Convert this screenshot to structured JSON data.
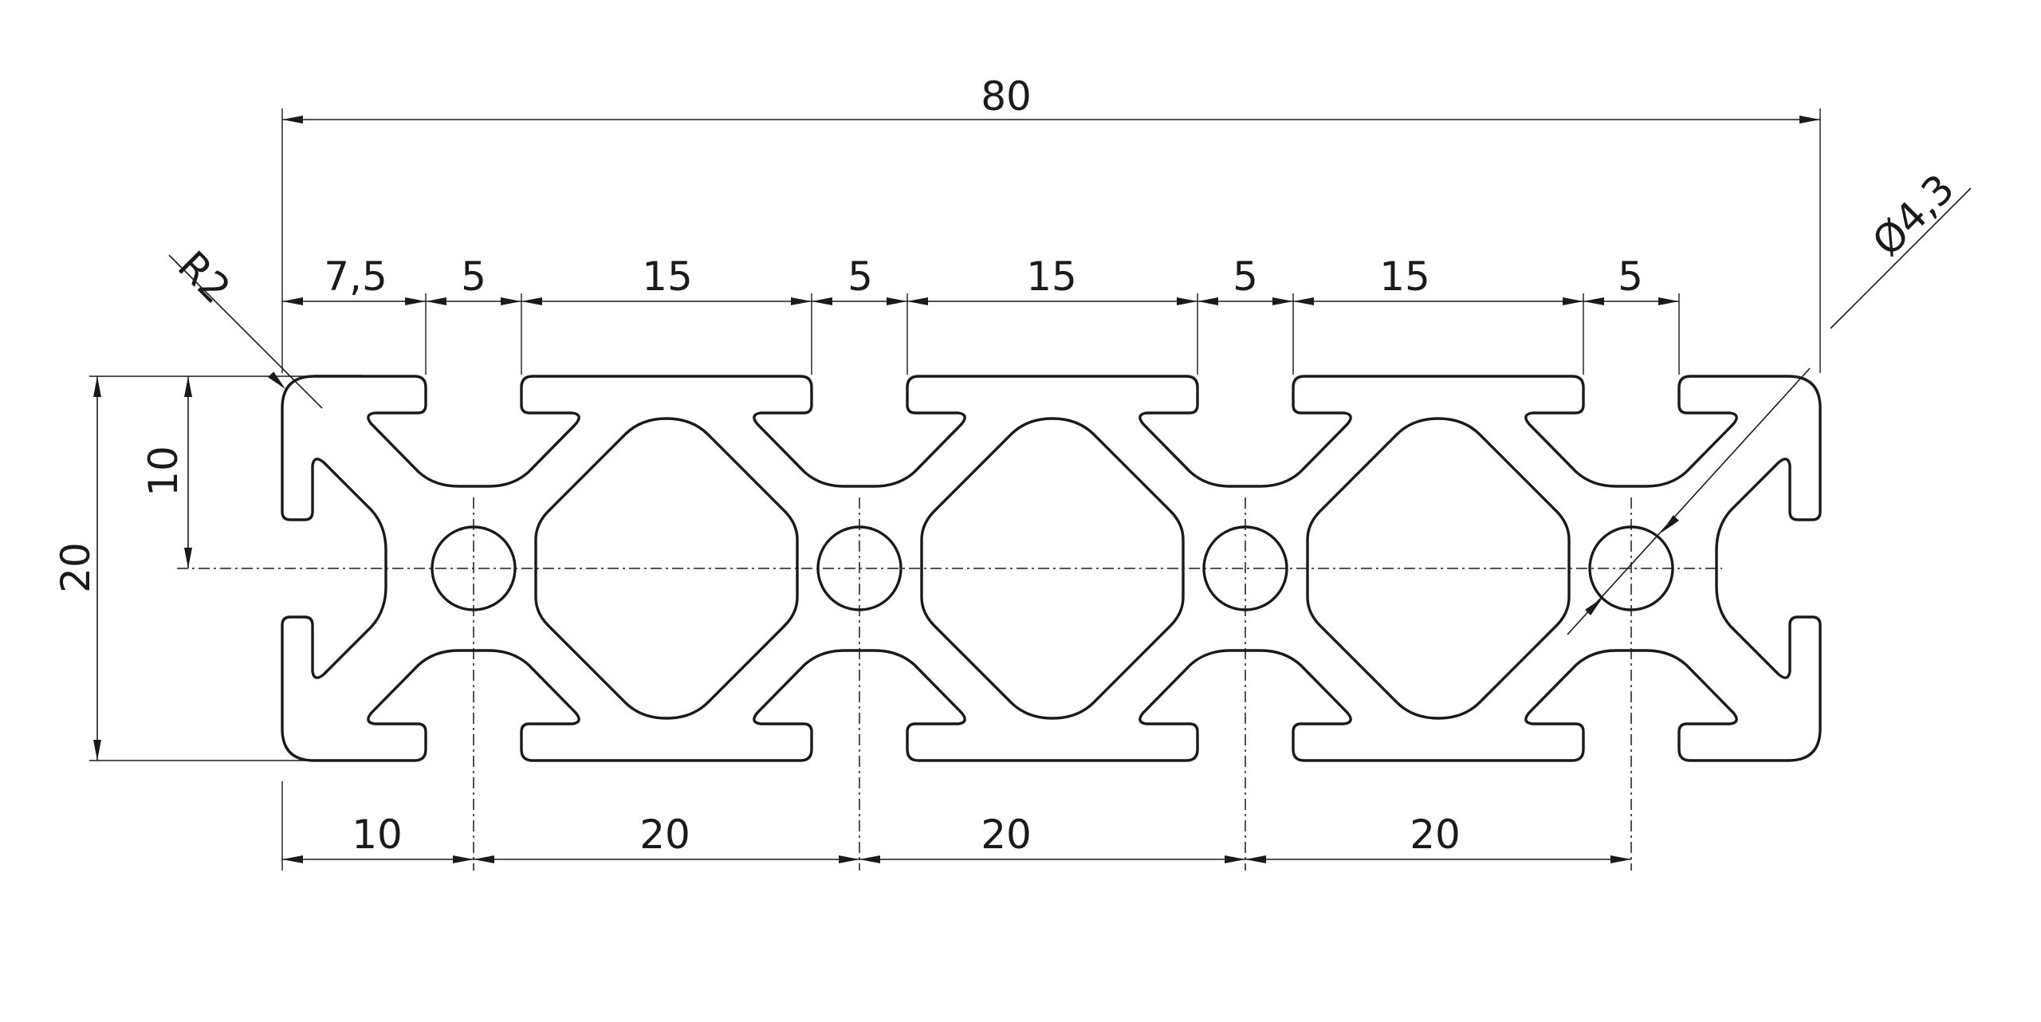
{
  "drawing": {
    "colors": {
      "line": "#1a1a1a",
      "background": "#ffffff"
    },
    "dimensions": {
      "overall_width": "80",
      "overall_height": "20",
      "half_height": "10",
      "edge_radius": "R2",
      "hole_diameter": "Ø4,3",
      "top": [
        "7,5",
        "5",
        "15",
        "5",
        "15",
        "5",
        "15",
        "5"
      ],
      "bottom": [
        "10",
        "20",
        "20",
        "20"
      ]
    }
  }
}
